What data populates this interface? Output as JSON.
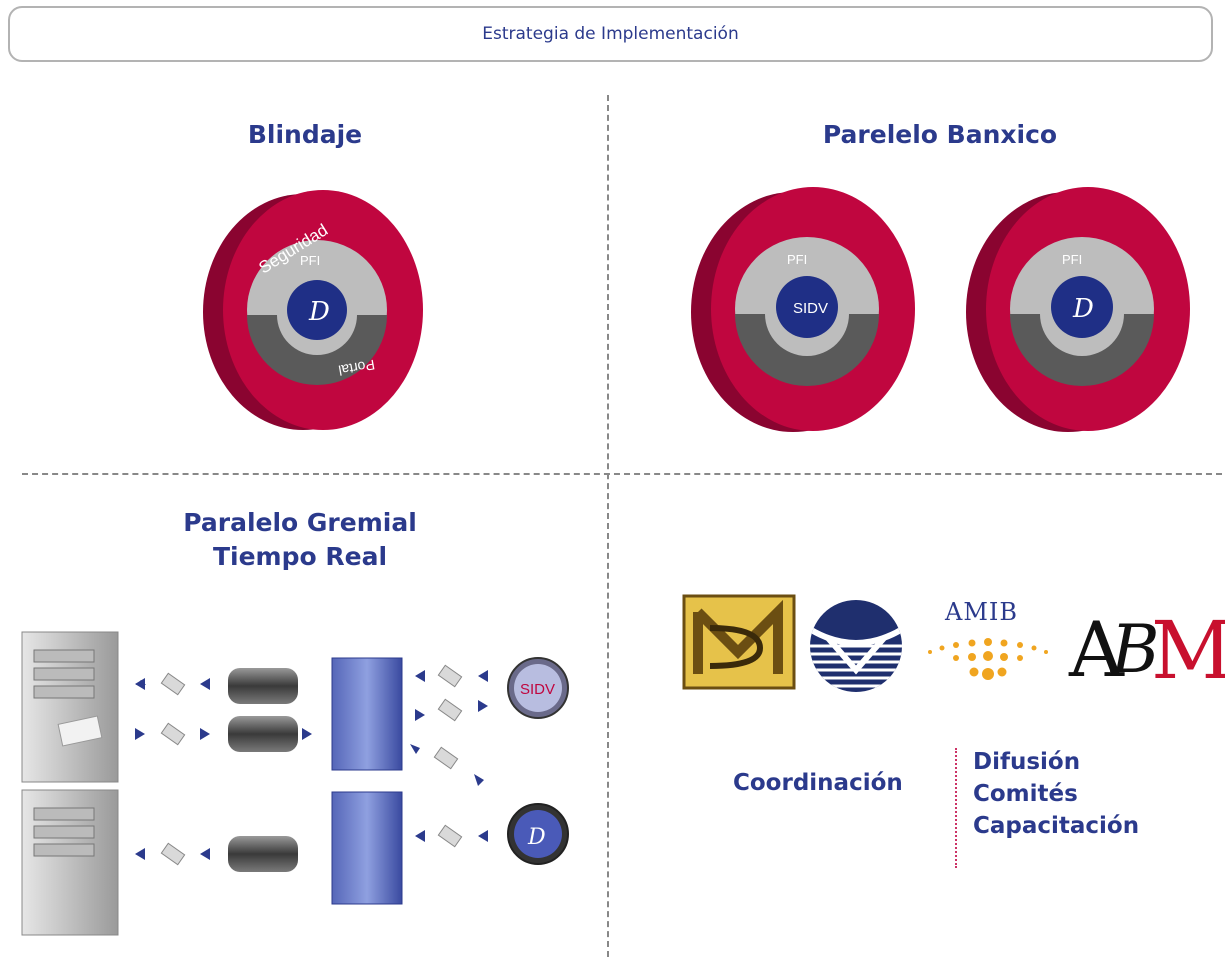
{
  "header": {
    "title": "Estrategia de Implementación"
  },
  "quadrants": {
    "blindaje": {
      "title": "Blindaje",
      "ring_outer": "Seguridad",
      "ring_mid": "PFI",
      "ring_inner": "Portal",
      "center_icon": "indeval-logo-icon"
    },
    "banxico": {
      "title": "Parelelo Banxico",
      "disc1": {
        "ring_mid": "PFI",
        "center": "SIDV"
      },
      "disc2": {
        "ring_mid": "PFI",
        "center_icon": "indeval-logo-icon"
      }
    },
    "gremial": {
      "title_line1": "Paralelo Gremial",
      "title_line2": "Tiempo Real",
      "sidv_label": "SIDV",
      "icons": [
        "server-tower-icon",
        "queue-cylinder-icon",
        "message-envelope-icon",
        "arrow-icon",
        "processor-panel-icon",
        "indeval-logo-icon"
      ]
    },
    "coordinacion": {
      "label": "Coordinación",
      "items": [
        "Difusión",
        "Comités",
        "Capacitación"
      ],
      "logos": {
        "bmv": "bmv-logo-icon",
        "indeval": "indeval-arc-logo-icon",
        "amib": "AMIB",
        "abm": "abm-logo-icon"
      }
    }
  },
  "colors": {
    "title_blue": "#2b3a8c",
    "disc_red": "#c0063f",
    "disc_red_dark": "#8a0430",
    "ring_grey": "#bdbdbd",
    "ring_dark": "#5a5a5a",
    "core_blue": "#1f2f86"
  }
}
